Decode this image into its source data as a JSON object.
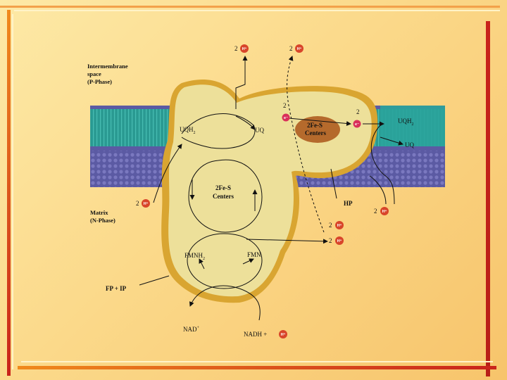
{
  "slide": {
    "colors": {
      "background": "#fbd98a",
      "frame_red": "#c9231b",
      "frame_orange": "#f08a1c",
      "frame_light": "#fff3c8",
      "membrane_purple": "#5b5aa3",
      "membrane_teal": "#2a9a92",
      "complex_fill": "#ede09a",
      "complex_rim": "#d9a531",
      "center_brown": "#b56a2c",
      "proton_red": "#d8452a",
      "electron_pink": "#d92f5a"
    }
  },
  "diagram": {
    "labels": {
      "intermembrane": [
        "Intermembrane",
        "space",
        "(P-Phase)"
      ],
      "matrix": [
        "Matrix",
        "(N-Phase)"
      ],
      "uqh2_left": "UQH",
      "uqh2_left_sub": "2",
      "uq_left": "UQ",
      "uqh2_right": "UQH",
      "uqh2_right_sub": "2",
      "uq_right": "UQ",
      "fes_top": [
        "2Fe-S",
        "Centers"
      ],
      "fes_mid": [
        "2Fe-S",
        "Centers"
      ],
      "fmnh2": "FMNH",
      "fmnh2_sub": "2",
      "fmn": "FMN",
      "hp": "HP",
      "fp_ip": "FP + IP",
      "nad": "NAD",
      "nad_sup": "+",
      "nadh": "NADH +",
      "top_2h_left": "2",
      "top_2h_right": "2",
      "matrix_2h_left": "2",
      "right_2h_lower": "2",
      "mid_2h_1": "2",
      "mid_2h_2": "2",
      "electron_count_1": "2",
      "electron_count_2": "2",
      "proton_symbol": "H⁺",
      "electron_symbol": "e⁻"
    }
  }
}
